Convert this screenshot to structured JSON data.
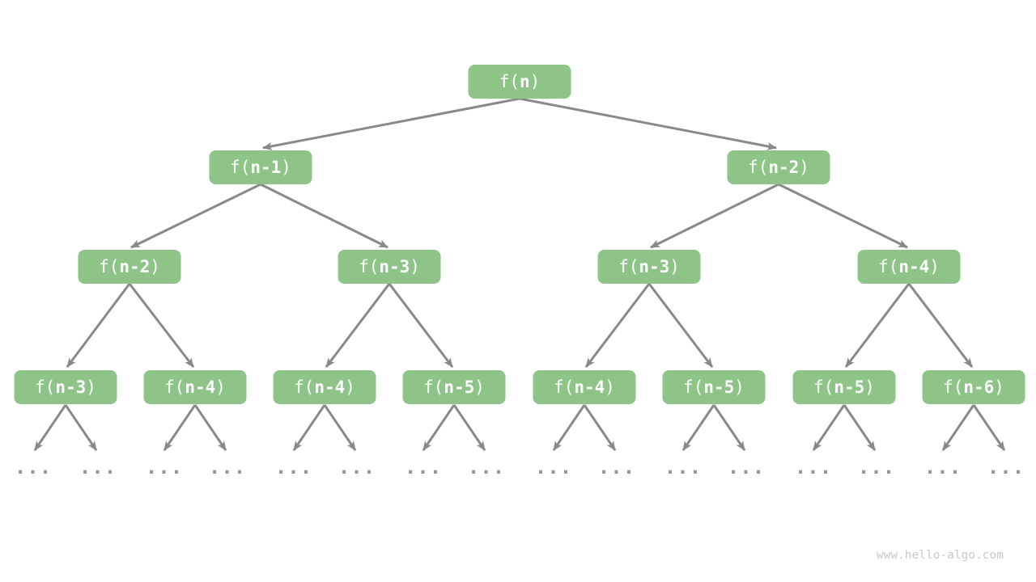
{
  "diagram_type": "recursion-tree",
  "colors": {
    "node_fill": "#8EC487",
    "node_text": "#FFFFFF",
    "edge": "#898989",
    "ellipsis": "#969696",
    "watermark": "#C9C9C9",
    "background": "#FFFFFF"
  },
  "nodes": [
    {
      "open": "f(",
      "arg": "n",
      "close": ")"
    },
    {
      "open": "f(",
      "arg": "n-1",
      "close": ")"
    },
    {
      "open": "f(",
      "arg": "n-2",
      "close": ")"
    },
    {
      "open": "f(",
      "arg": "n-2",
      "close": ")"
    },
    {
      "open": "f(",
      "arg": "n-3",
      "close": ")"
    },
    {
      "open": "f(",
      "arg": "n-3",
      "close": ")"
    },
    {
      "open": "f(",
      "arg": "n-4",
      "close": ")"
    },
    {
      "open": "f(",
      "arg": "n-3",
      "close": ")"
    },
    {
      "open": "f(",
      "arg": "n-4",
      "close": ")"
    },
    {
      "open": "f(",
      "arg": "n-4",
      "close": ")"
    },
    {
      "open": "f(",
      "arg": "n-5",
      "close": ")"
    },
    {
      "open": "f(",
      "arg": "n-4",
      "close": ")"
    },
    {
      "open": "f(",
      "arg": "n-5",
      "close": ")"
    },
    {
      "open": "f(",
      "arg": "n-5",
      "close": ")"
    },
    {
      "open": "f(",
      "arg": "n-6",
      "close": ")"
    }
  ],
  "ellipsis": "...",
  "watermark": "www.hello-algo.com"
}
